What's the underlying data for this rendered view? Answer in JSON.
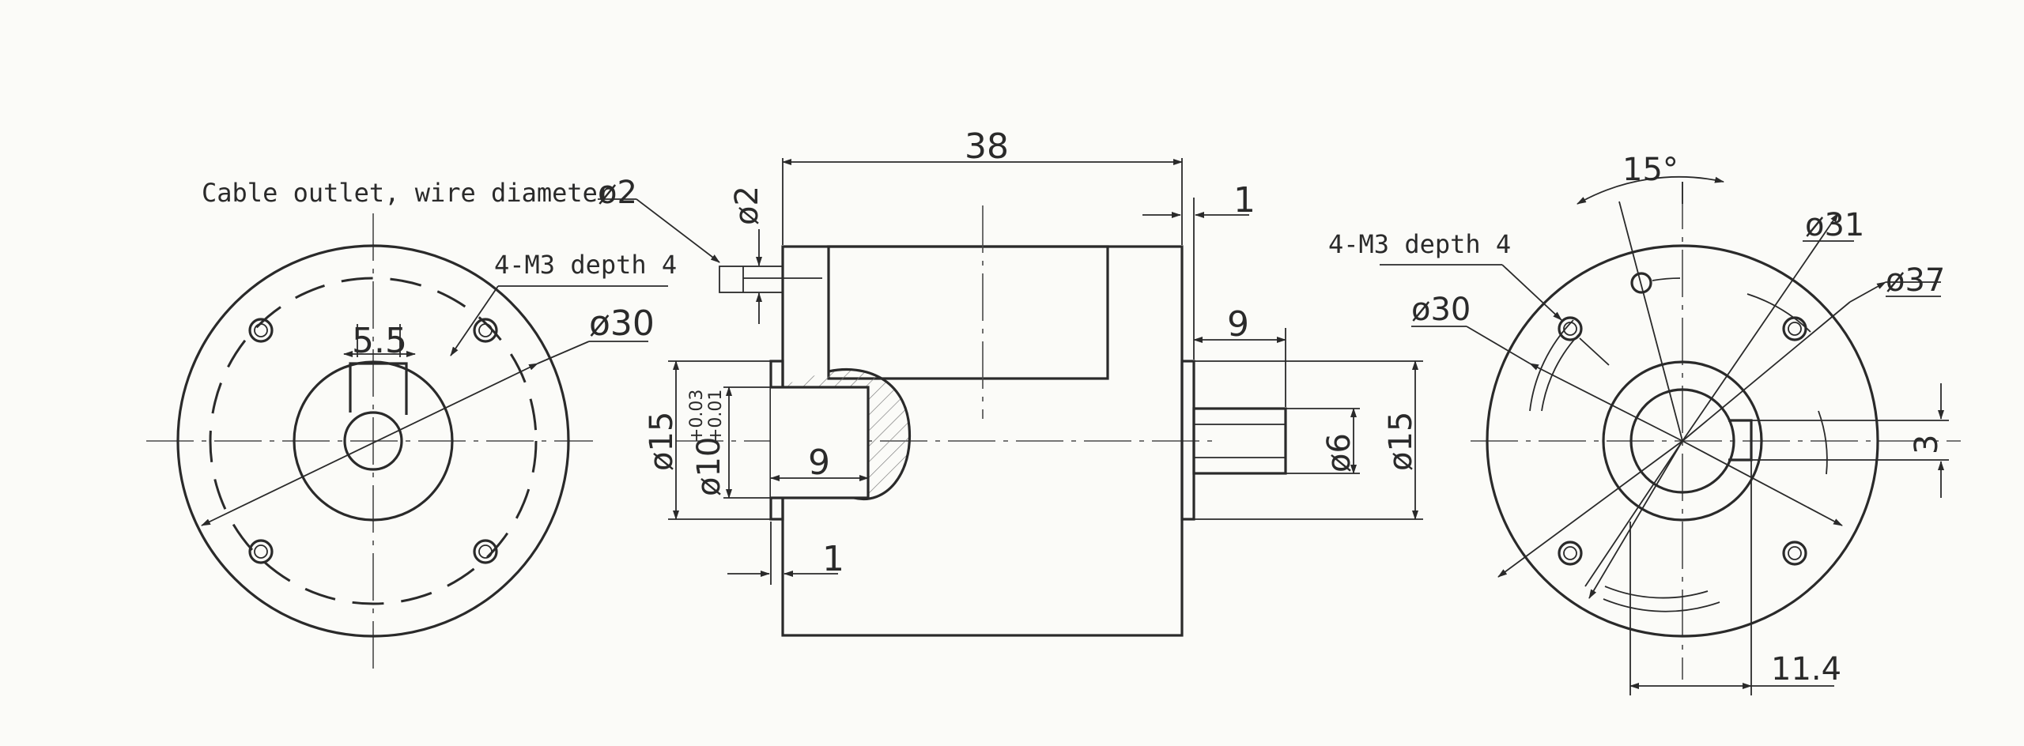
{
  "labels": {
    "cable_outlet": "Cable outlet, wire diameter",
    "cable_phi": "ø2",
    "left_holes": "4-M3 depth 4",
    "right_holes": "4-M3 depth 4"
  },
  "dims": {
    "left_key": "5.5",
    "left_bc": "ø30",
    "body_length": "38",
    "cable_phi_v": "ø2",
    "flange_1_top": "1",
    "shaft_len": "9",
    "left_d15": "ø15",
    "left_d10": "ø10",
    "left_d10_tol_up": "+0.03",
    "left_d10_tol_dn": "+0.01",
    "bore_depth": "9",
    "flange_1_bottom": "1",
    "shaft_d6": "ø6",
    "right_d15": "ø15",
    "angle": "15°",
    "right_d31": "ø31",
    "right_d37": "ø37",
    "right_bc": "ø30",
    "key_w": "3",
    "key_depth": "11.4"
  }
}
